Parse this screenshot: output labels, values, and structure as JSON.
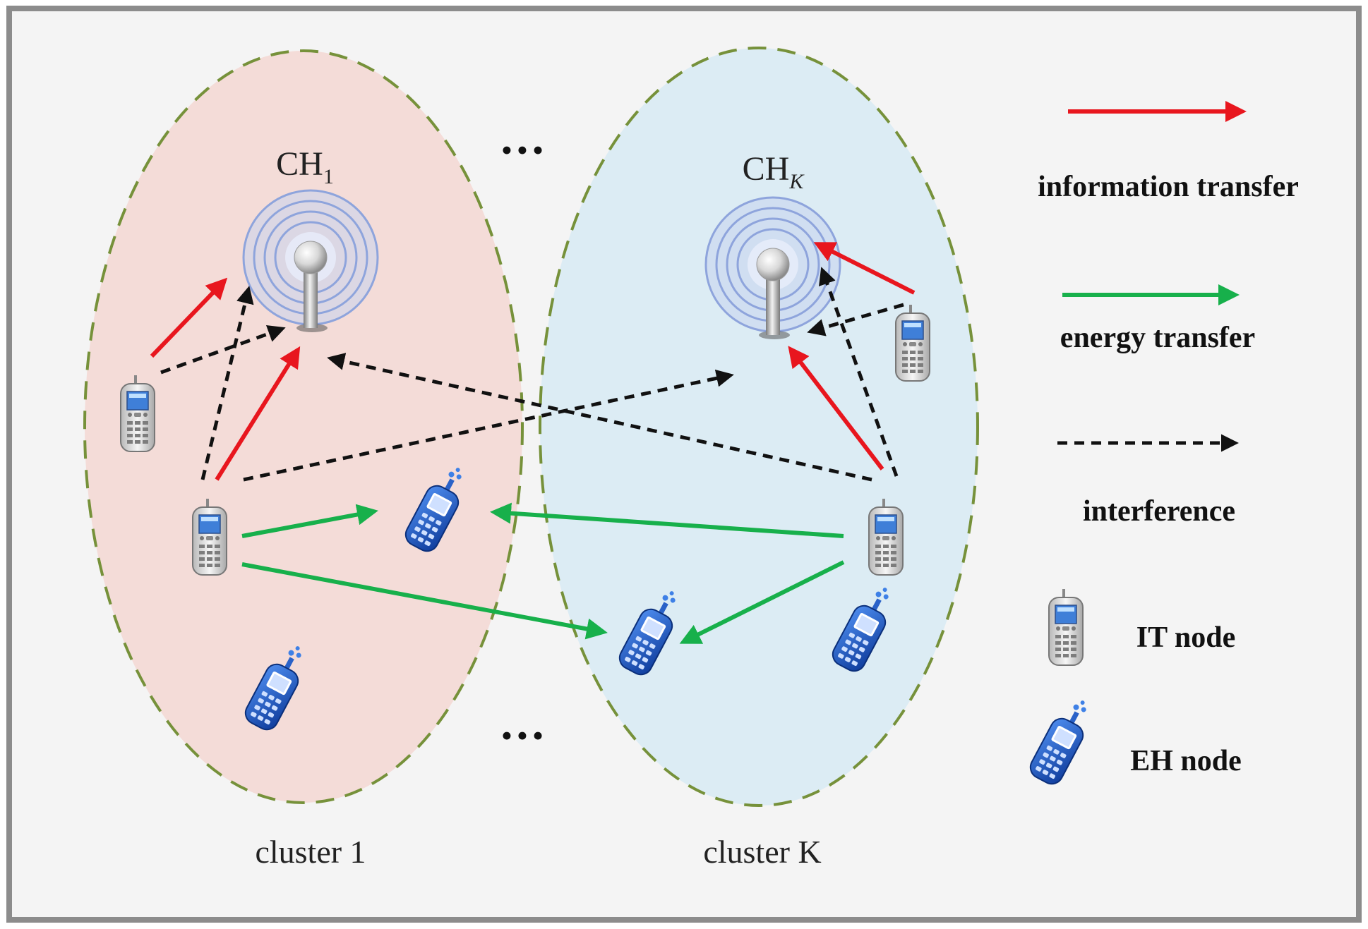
{
  "diagram": {
    "clusters": [
      {
        "id": "cluster-1",
        "label": "cluster 1",
        "fill": "#f4dcd8"
      },
      {
        "id": "cluster-k",
        "label": "cluster K",
        "fill": "#d8ebf4"
      }
    ],
    "cluster_heads": [
      {
        "id": "ch1",
        "label": "CH",
        "subscript": "1"
      },
      {
        "id": "chk",
        "label": "CH",
        "subscript": "K"
      }
    ],
    "ellipsis": [
      "•••",
      "•••"
    ],
    "legend": {
      "information_transfer": {
        "label": "information transfer",
        "color": "#e8161e"
      },
      "energy_transfer": {
        "label": "energy transfer",
        "color": "#17b04b"
      },
      "interference": {
        "label": "interference",
        "color": "#111111"
      },
      "it_node": {
        "label": "IT node",
        "icon": "it-phone-icon"
      },
      "eh_node": {
        "label": "EH node",
        "icon": "eh-phone-icon"
      }
    },
    "colors": {
      "frame": "#8c8c8c",
      "background": "#f4f4f4",
      "cluster_border": "#76913a",
      "eh_phone": "#1a57c4"
    }
  }
}
